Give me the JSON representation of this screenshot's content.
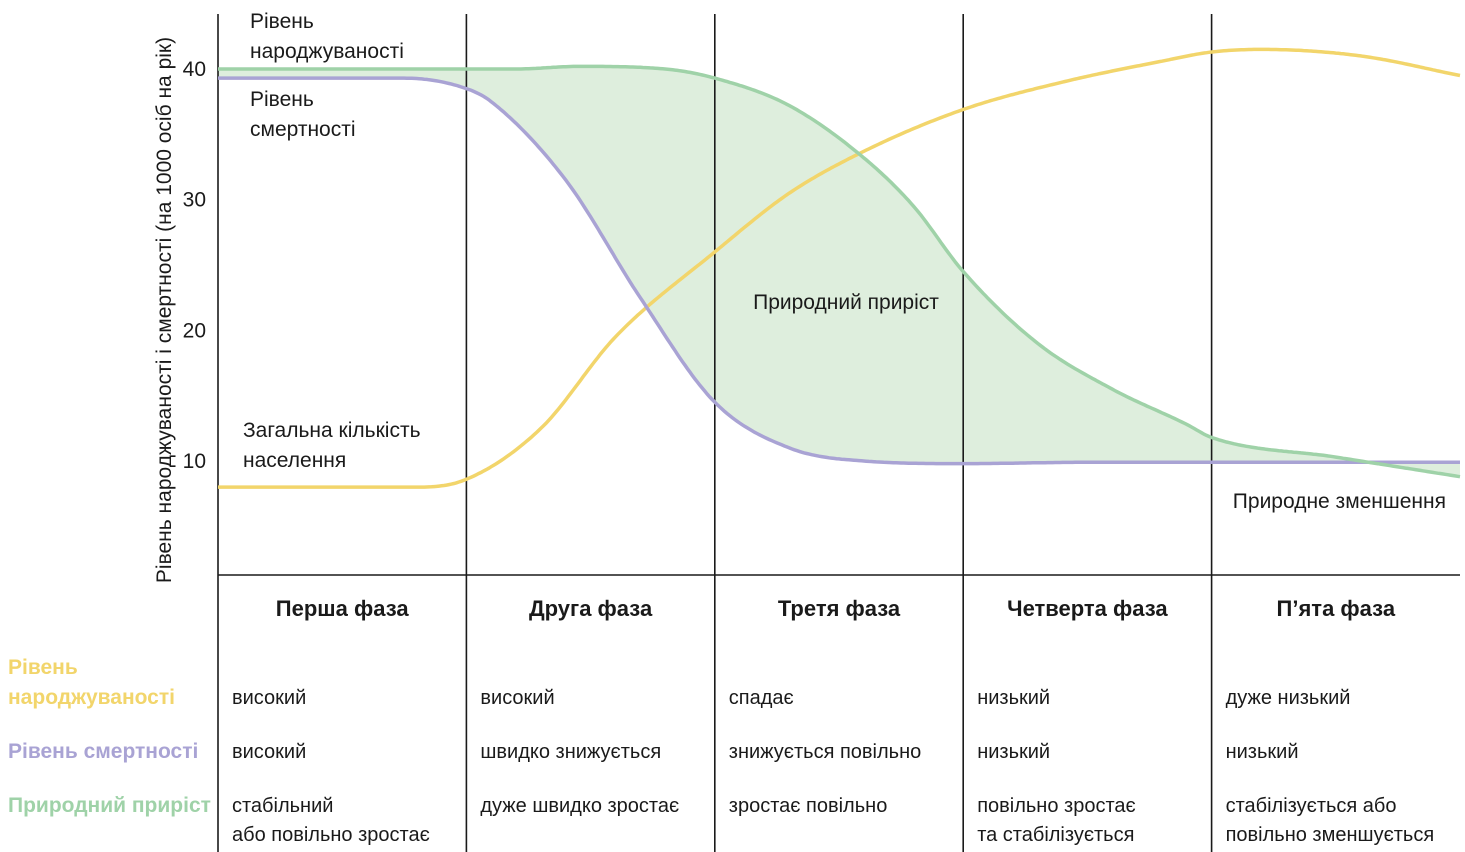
{
  "chart_data": {
    "type": "line",
    "title": "",
    "xlabel": "",
    "ylabel": "Рівень народжуваності і смертності (на 1000 осіб на рік)",
    "yticks": [
      10,
      20,
      30,
      40
    ],
    "phases": [
      "Перша фаза",
      "Друга фаза",
      "Третя фаза",
      "Четверта фаза",
      "П’ята фаза"
    ],
    "colors": {
      "birth": "#f2d56b",
      "death": "#a9a3d4",
      "growth": "#9fd2a8",
      "growth_fill": "#deeedd"
    },
    "series": [
      {
        "key": "birth",
        "name": "Рівень народжуваності",
        "x": [
          0.0,
          0.4,
          0.95,
          1.0,
          1.2,
          1.45,
          1.8,
          2.0,
          2.3,
          2.6,
          2.8,
          3.0,
          3.3,
          3.6,
          3.9,
          4.0,
          4.5,
          5.0
        ],
        "y": [
          40.0,
          40.0,
          40.0,
          40.0,
          40.0,
          40.2,
          40.0,
          39.3,
          37.2,
          33.2,
          29.5,
          24.5,
          19.0,
          15.5,
          12.8,
          11.8,
          10.3,
          8.8
        ]
      },
      {
        "key": "death",
        "name": "Рівень смертності",
        "x": [
          0.0,
          0.5,
          0.75,
          1.0,
          1.1,
          1.4,
          1.7,
          2.0,
          2.3,
          2.6,
          3.0,
          3.5,
          4.0,
          4.5,
          5.0
        ],
        "y": [
          39.3,
          39.3,
          39.3,
          38.5,
          37.5,
          31.5,
          22.5,
          14.5,
          11.0,
          10.0,
          9.8,
          9.9,
          9.9,
          9.9,
          9.9
        ]
      },
      {
        "key": "population",
        "name": "Загальна кількість населення",
        "x": [
          0.0,
          0.5,
          0.8,
          1.0,
          1.3,
          1.6,
          2.0,
          2.3,
          2.6,
          3.0,
          3.4,
          3.8,
          4.0,
          4.2,
          4.6,
          5.0
        ],
        "y": [
          8.0,
          8.0,
          8.0,
          8.6,
          12.5,
          19.5,
          26.0,
          30.5,
          33.7,
          36.9,
          39.0,
          40.6,
          41.3,
          41.5,
          41.0,
          39.5
        ]
      }
    ],
    "annotations": {
      "birth_label": [
        "Рівень",
        "народжуваності"
      ],
      "death_label": [
        "Рівень",
        "смертності"
      ],
      "population_label": [
        "Загальна кількість",
        "населення"
      ],
      "growth_label": "Природний приріст",
      "decline_label": "Природне зменшення"
    },
    "table": {
      "rows": [
        {
          "key": "birth",
          "label": [
            "Рівень",
            "народжуваності"
          ],
          "cells": [
            [
              "високий"
            ],
            [
              "високий"
            ],
            [
              "спадає"
            ],
            [
              "низький"
            ],
            [
              "дуже низький"
            ]
          ]
        },
        {
          "key": "death",
          "label": [
            "Рівень смертності"
          ],
          "cells": [
            [
              "високий"
            ],
            [
              "швидко знижується"
            ],
            [
              "знижується повільно"
            ],
            [
              "низький"
            ],
            [
              "низький"
            ]
          ]
        },
        {
          "key": "growth",
          "label": [
            "Природний приріст"
          ],
          "cells": [
            [
              "стабільний",
              "або повільно зростає"
            ],
            [
              "дуже швидко зростає"
            ],
            [
              "зростає повільно"
            ],
            [
              "повільно зростає",
              "та стабілізується"
            ],
            [
              "стабілізується або",
              "повільно зменшується"
            ]
          ]
        }
      ]
    }
  }
}
